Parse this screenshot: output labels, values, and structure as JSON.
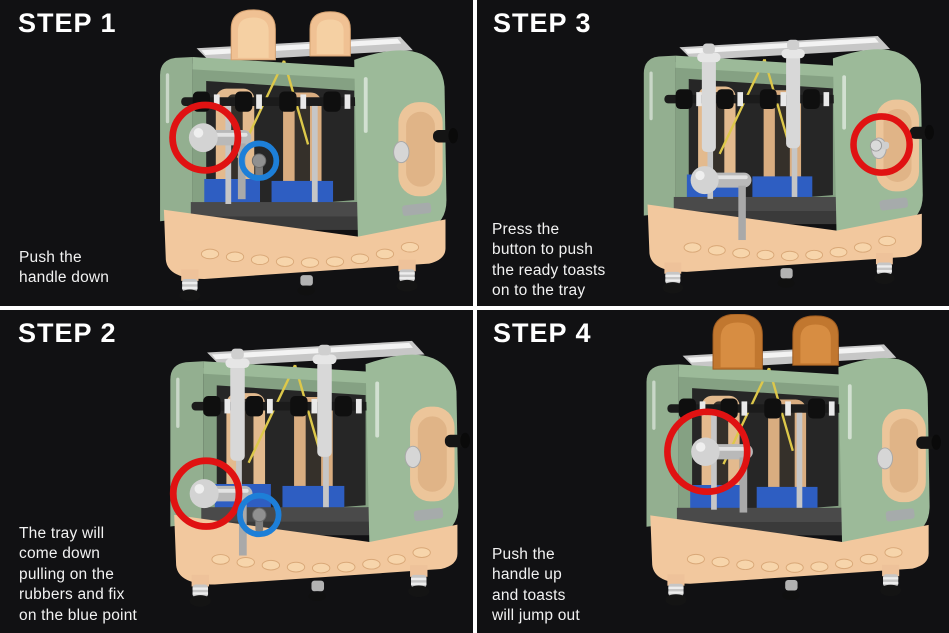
{
  "page": {
    "background": "#111113",
    "divider_color": "#ffffff",
    "title_color": "#ffffff",
    "caption_color": "#f2f2f2"
  },
  "colors": {
    "annotation_red": "#e01212",
    "annotation_blue": "#1d7fd8",
    "body_green": "#9cba99",
    "base_tan": "#f2c89e",
    "bread_tan": "#f0c193",
    "toast_brown": "#c1772f",
    "brick_blue": "#2e5ec2",
    "band_yellow": "#ddc84a"
  },
  "panels": [
    {
      "id": "step-1",
      "title": "STEP 1",
      "caption": "Push the\nhandle down",
      "annotations": [
        "red-circle-handle",
        "blue-circle-pin"
      ]
    },
    {
      "id": "step-2",
      "title": "STEP 2",
      "caption": "The tray will\ncome down\npulling on the\nrubbers and fix\non the blue point",
      "annotations": [
        "red-circle-handle",
        "blue-circle-pin"
      ]
    },
    {
      "id": "step-3",
      "title": "STEP 3",
      "caption": "Press the\nbutton to push\nthe ready toasts\non to the tray",
      "annotations": [
        "red-circle-side-button"
      ]
    },
    {
      "id": "step-4",
      "title": "STEP 4",
      "caption": "Push the\nhandle up\nand toasts\nwill jump out",
      "annotations": [
        "red-circle-handle"
      ]
    }
  ]
}
